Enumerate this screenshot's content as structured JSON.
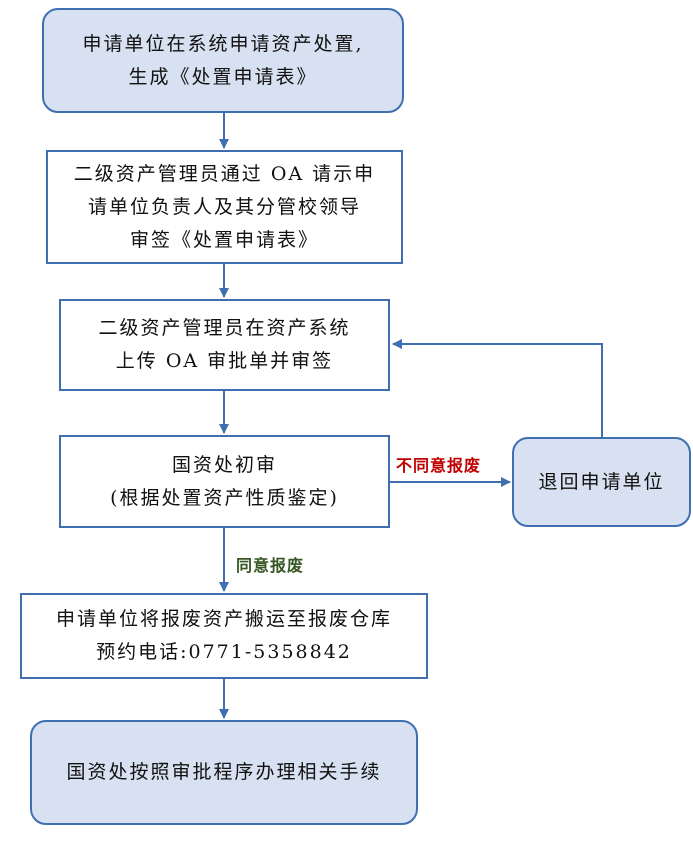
{
  "nodes": {
    "start": {
      "line1": "申请单位在系统申请资产处置,",
      "line2": "生成《处置申请表》"
    },
    "oa_review": {
      "line1": "二级资产管理员通过 OA 请示申",
      "line2": "请单位负责人及其分管校领导",
      "line3": "审签《处置申请表》"
    },
    "upload": {
      "line1": "二级资产管理员在资产系统",
      "line2": "上传 OA 审批单并审签"
    },
    "initial_review": {
      "line1": "国资处初审",
      "line2": "(根据处置资产性质鉴定)"
    },
    "return": {
      "line1": "退回申请单位"
    },
    "transport": {
      "line1": "申请单位将报废资产搬运至报废仓库",
      "line2": "预约电话:0771-5358842"
    },
    "final": {
      "line1": "国资处按照审批程序办理相关手续"
    }
  },
  "edge_labels": {
    "disagree": "不同意报废",
    "agree": "同意报废"
  },
  "colors": {
    "border": "#3f6fb0",
    "fill": "#d7e1f1",
    "disagree": "#c00000",
    "agree": "#375623"
  }
}
